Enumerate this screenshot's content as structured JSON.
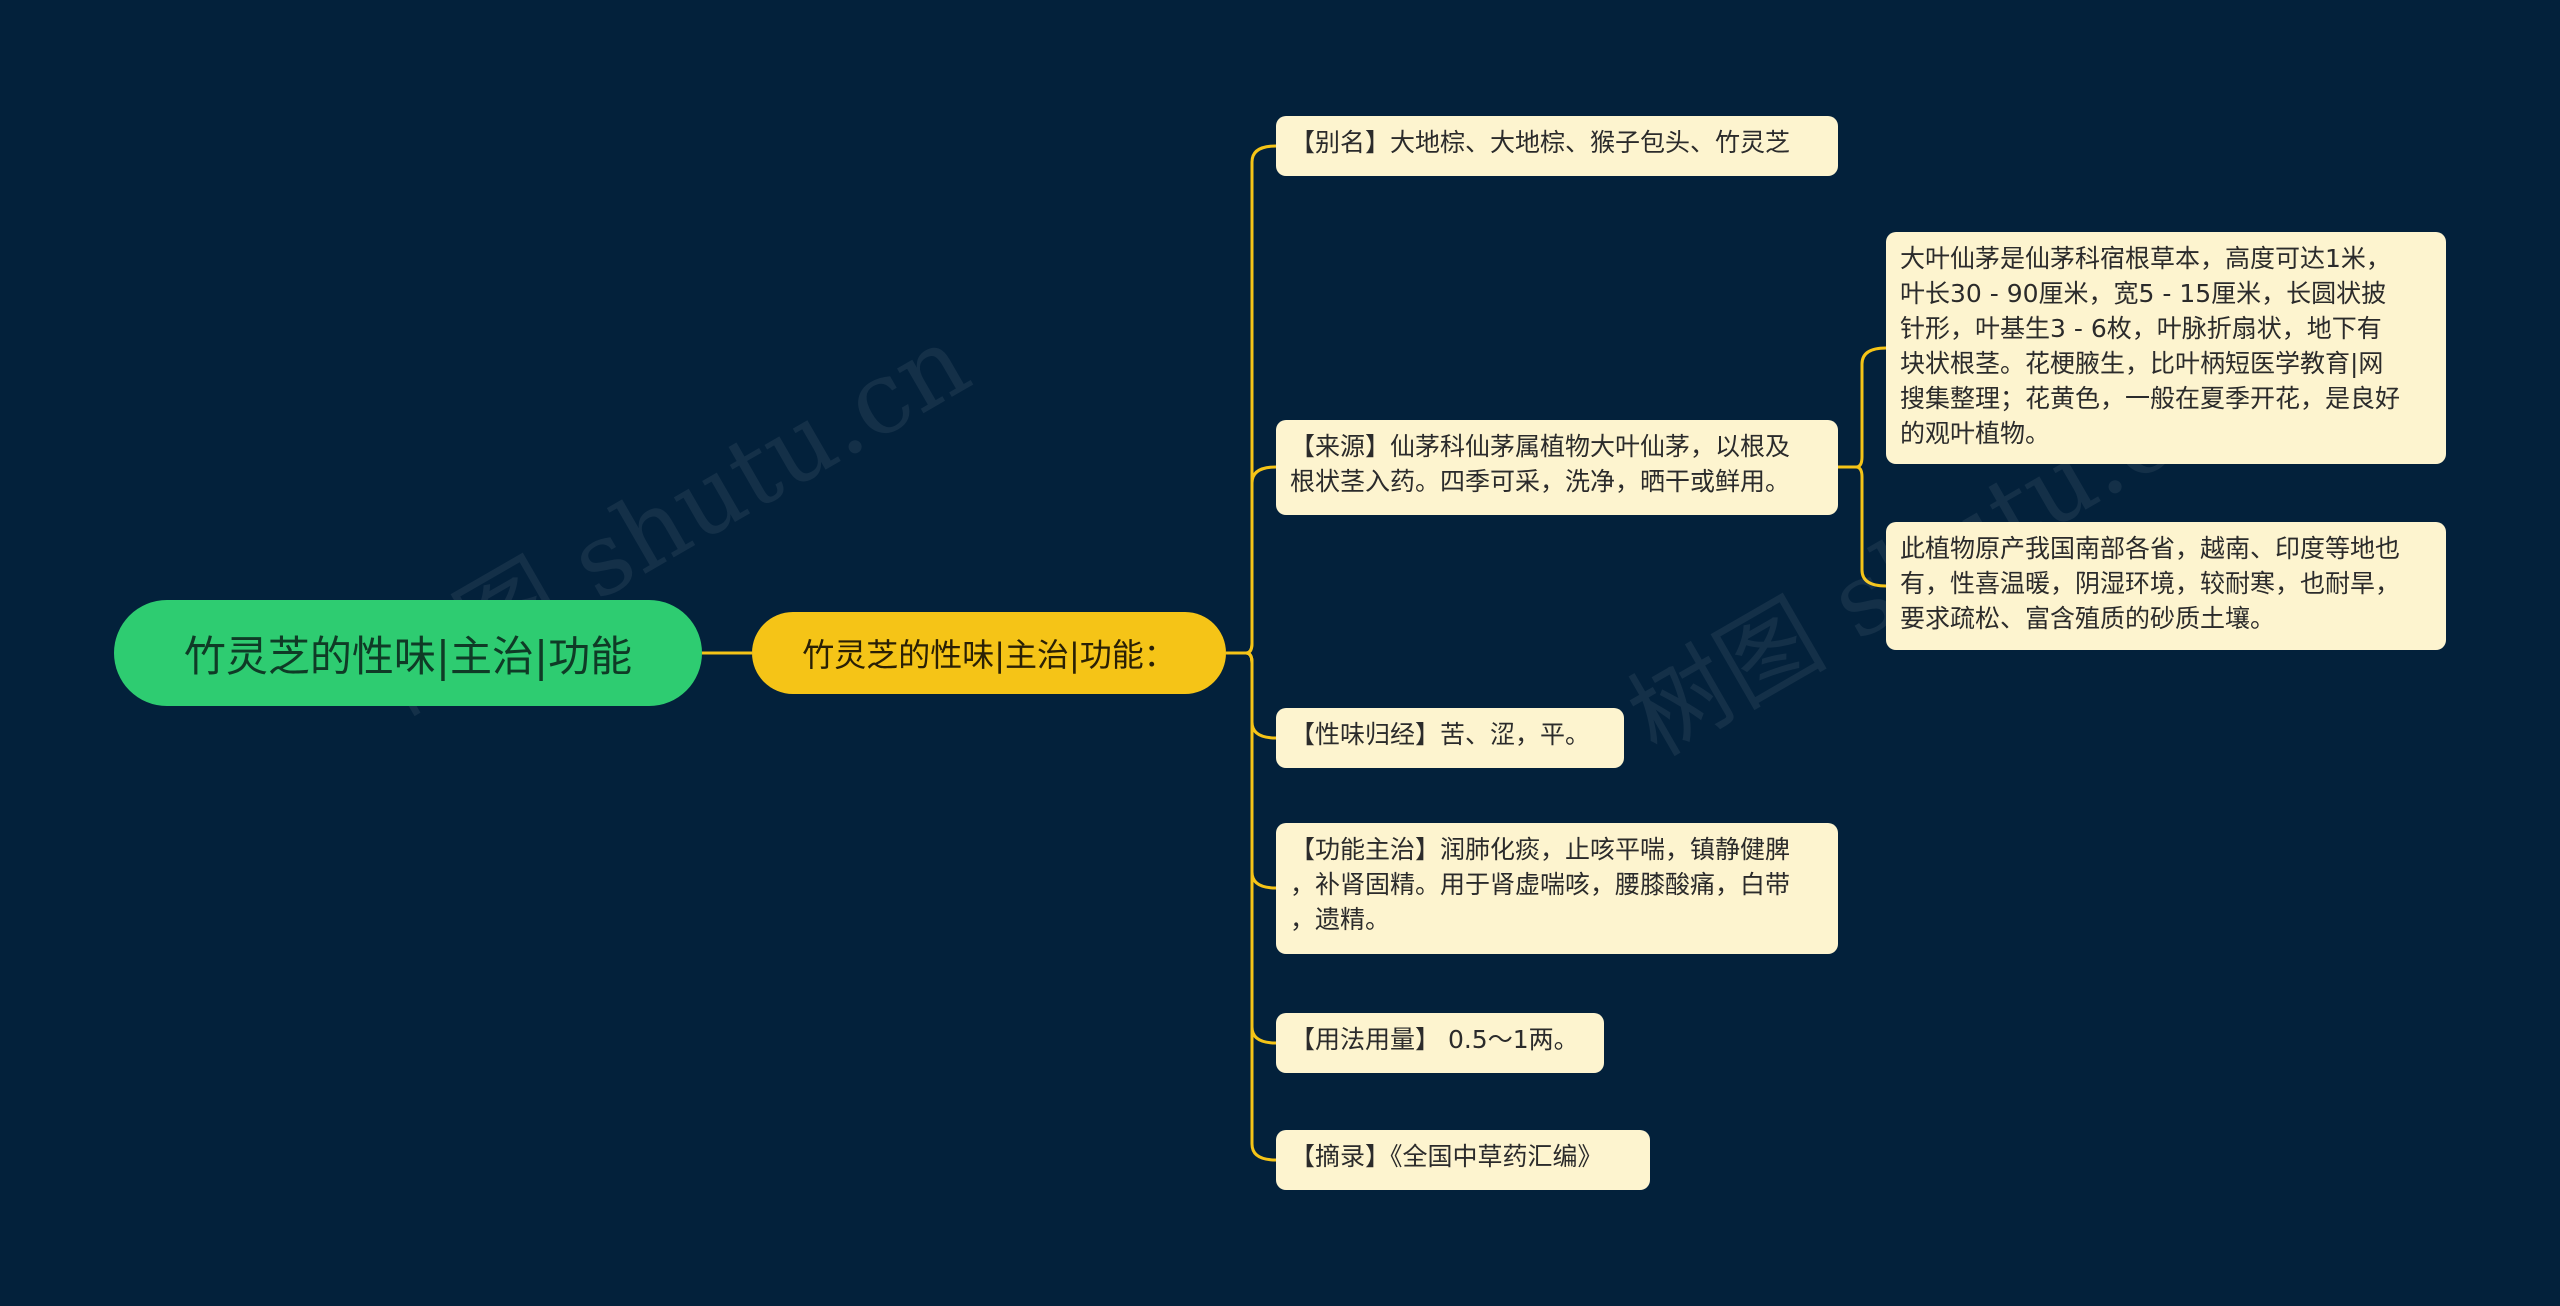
{
  "root": {
    "label": "竹灵芝的性味|主治|功能"
  },
  "mid": {
    "label": "竹灵芝的性味|主治|功能："
  },
  "leaves": [
    "【别名】大地棕、大地棕、猴子包头、竹灵芝",
    "【来源】仙茅科仙茅属植物大叶仙茅，以根及\n根状茎入药。四季可采，洗净，晒干或鲜用。",
    "【性味归经】苦、涩，平。",
    "【功能主治】润肺化痰，止咳平喘，镇静健脾\n，补肾固精。用于肾虚喘咳，腰膝酸痛，白带\n，遗精。",
    "【用法用量】 0.5～1两。",
    "【摘录】《全国中草药汇编》"
  ],
  "sub_leaves": [
    "大叶仙茅是仙茅科宿根草本，高度可达1米，\n叶长30 - 90厘米，宽5 - 15厘米，长圆状披\n针形，叶基生3 - 6枚，叶脉折扇状，地下有\n块状根茎。花梗腋生，比叶柄短医学教育|网\n搜集整理；花黄色，一般在夏季开花，是良好\n的观叶植物。",
    "此植物原产我国南部各省，越南、印度等地也\n有，性喜温暖，阴湿环境，较耐寒，也耐旱，\n要求疏松、富含殖质的砂质土壤。"
  ],
  "watermark": "树图 shutu.cn",
  "colors": {
    "background": "#03213b",
    "root": "#2ecc71",
    "mid": "#f5c417",
    "leaf": "#fdf4cf",
    "connector": "#f5c417"
  }
}
